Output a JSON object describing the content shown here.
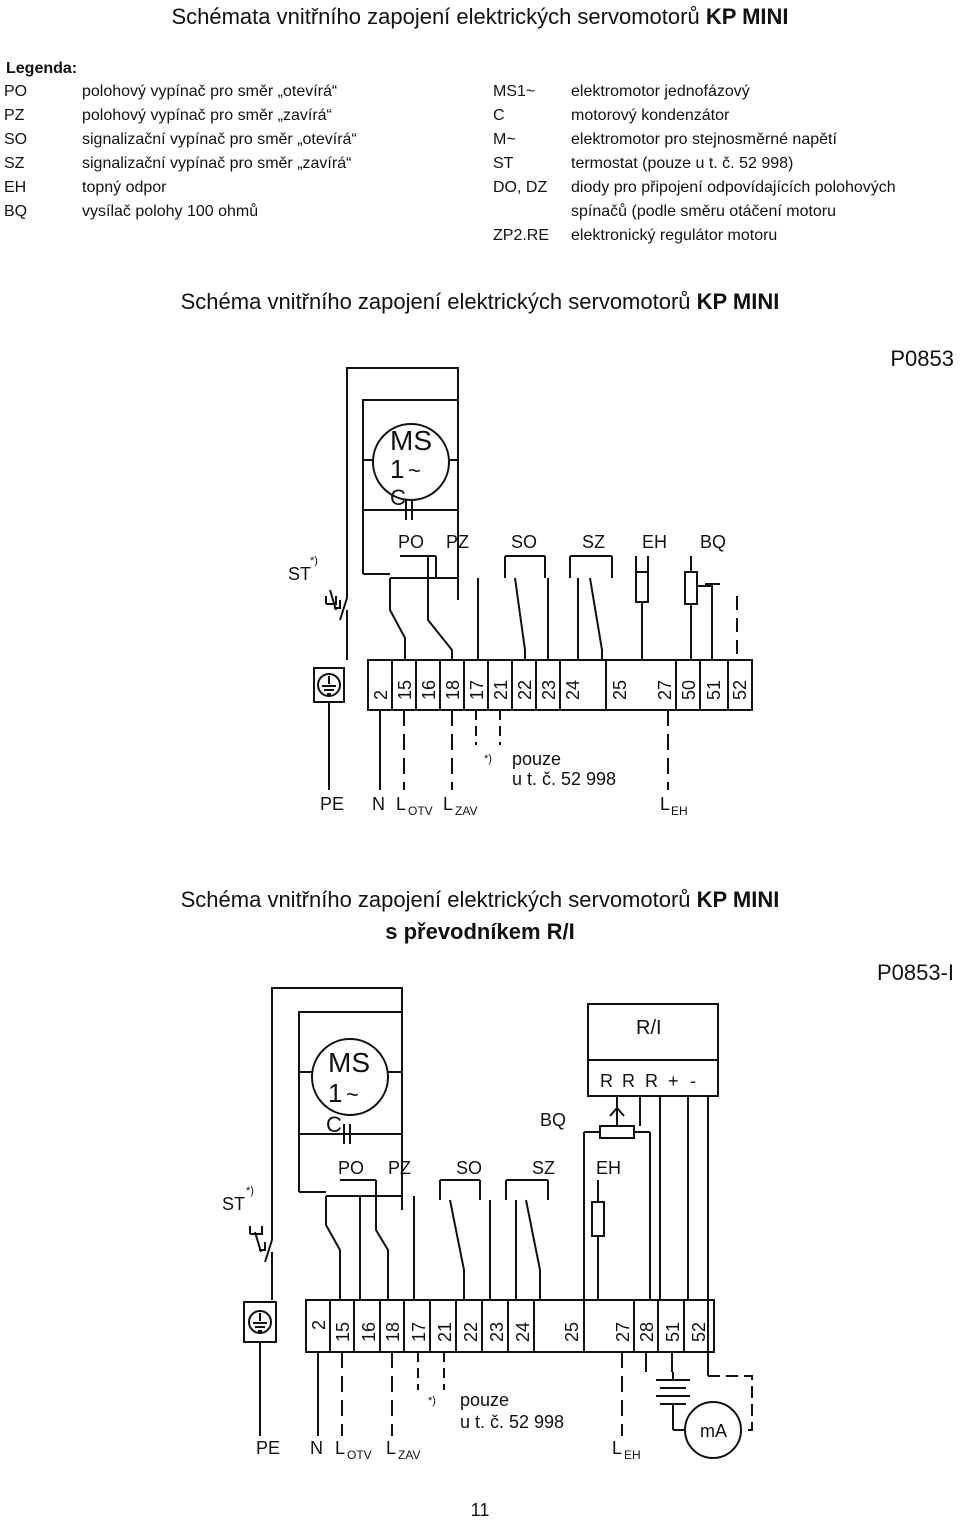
{
  "title": {
    "text": "Schémata vnitřního zapojení elektrických servomotorů ",
    "bold": "KP MINI"
  },
  "legend": {
    "heading": "Legenda:",
    "left": [
      {
        "code": "PO",
        "desc": "polohový vypínač pro směr „otevírá“"
      },
      {
        "code": "PZ",
        "desc": "polohový vypínač pro směr „zavírá“"
      },
      {
        "code": "SO",
        "desc": "signalizační vypínač pro směr „otevírá“"
      },
      {
        "code": "SZ",
        "desc": "signalizační vypínač pro směr „zavírá“"
      },
      {
        "code": "EH",
        "desc": "topný odpor"
      },
      {
        "code": "BQ",
        "desc": "vysílač polohy 100 ohmů"
      }
    ],
    "right": [
      {
        "code": "MS1~",
        "desc": "elektromotor jednofázový"
      },
      {
        "code": "C",
        "desc": "motorový kondenzátor"
      },
      {
        "code": "M~",
        "desc": "elektromotor pro stejnosměrné napětí"
      },
      {
        "code": "ST",
        "desc": "termostat (pouze u t. č. 52 998)"
      },
      {
        "code": "DO, DZ",
        "desc": "diody pro připojení odpovídajících polohových"
      },
      {
        "code": "",
        "desc": "spínačů (podle směru otáčení motoru"
      },
      {
        "code": "ZP2.RE",
        "desc": "elektronický regulátor motoru"
      }
    ]
  },
  "diagram1": {
    "title": "Schéma vnitřního zapojení elektrických servomotorů ",
    "title_bold": "KP MINI",
    "code": "P0853",
    "motor": {
      "ms": "MS",
      "one": "1",
      "tilde": "~",
      "cap": "C"
    },
    "switch_labels": [
      "PO",
      "PZ",
      "SO",
      "SZ",
      "EH",
      "BQ"
    ],
    "st": "ST",
    "st_note": "*)",
    "terminals": [
      "2",
      "15",
      "16",
      "18",
      "17",
      "21",
      "22",
      "23",
      "24",
      "25",
      "27",
      "50",
      "51",
      "52"
    ],
    "supply": {
      "pe": "PE",
      "n": "N",
      "l": "L",
      "otv": "OTV",
      "zav": "ZAV",
      "eh": "EH"
    },
    "note": {
      "mark": "*)",
      "line1": "pouze",
      "line2": "u t. č. 52 998"
    },
    "ground_icon": "earth-ground-icon"
  },
  "diagram2": {
    "title": "Schéma vnitřního zapojení elektrických servomotorů ",
    "title_bold": "KP MINI",
    "title_line2": "s převodníkem R/I",
    "code": "P0853-I",
    "converter": {
      "label": "R/I",
      "pins": [
        "R",
        "R",
        "R",
        "+",
        "-"
      ]
    },
    "bq": "BQ",
    "motor": {
      "ms": "MS",
      "one": "1",
      "tilde": "~",
      "cap": "C"
    },
    "switch_labels": [
      "PO",
      "PZ",
      "SO",
      "SZ",
      "EH"
    ],
    "st": "ST",
    "st_note": "*)",
    "terminals": [
      "2",
      "15",
      "16",
      "18",
      "17",
      "21",
      "22",
      "23",
      "24",
      "25",
      "27",
      "28",
      "51",
      "52"
    ],
    "supply": {
      "pe": "PE",
      "n": "N",
      "l": "L",
      "otv": "OTV",
      "zav": "ZAV",
      "eh": "EH"
    },
    "note": {
      "mark": "*)",
      "line1": "pouze",
      "line2": "u t. č. 52 998"
    },
    "meter": "mA",
    "ground_icon": "earth-ground-icon"
  },
  "page_number": "11"
}
